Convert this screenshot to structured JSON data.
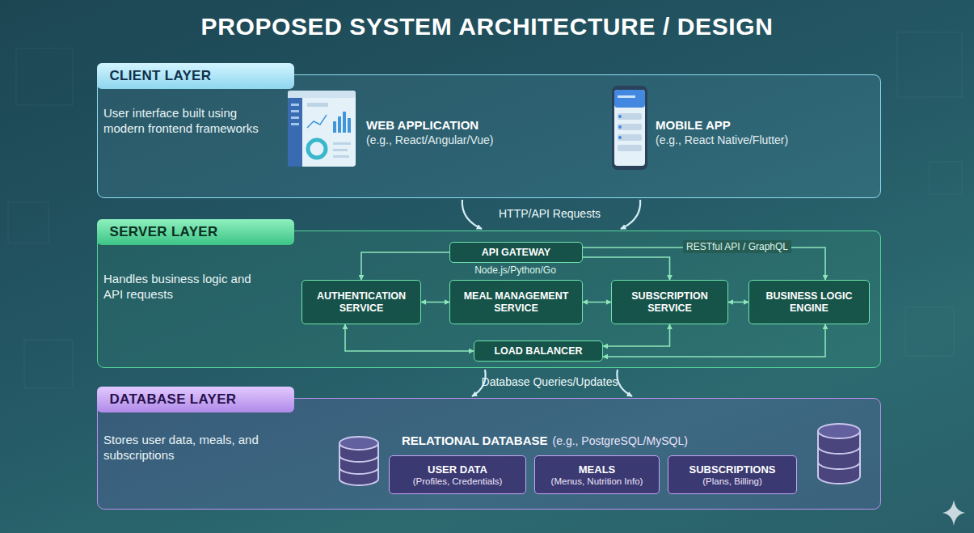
{
  "diagram": {
    "title": "PROPOSED SYSTEM ARCHITECTURE / DESIGN",
    "nodes": [
      {
        "text": [
          "CLIENT LAYER",
          "User interface built using modern frontend frameworks"
        ]
      },
      {
        "text": [
          "WEB APPLICATION",
          "(e.g., React/Angular/Vue)"
        ],
        "in": 0
      },
      {
        "text": [
          "MOBILE APP",
          "(e.g., React Native/Flutter)"
        ],
        "in": 0
      },
      {
        "text": [
          "SERVER LAYER",
          "Handles business logic and API requests"
        ]
      },
      {
        "text": [
          "API GATEWAY"
        ],
        "in": 3
      },
      {
        "text": [
          "AUTHENTICATION SERVICE"
        ],
        "in": 3
      },
      {
        "text": [
          "MEAL MANAGEMENT SERVICE"
        ],
        "in": 3
      },
      {
        "text": [
          "SUBSCRIPTION SERVICE"
        ],
        "in": 3
      },
      {
        "text": [
          "BUSINESS LOGIC ENGINE"
        ],
        "in": 3
      },
      {
        "text": [
          "LOAD BALANCER"
        ],
        "in": 3
      },
      {
        "text": [
          "DATABASE LAYER",
          "Stores user data, meals, and subscriptions"
        ]
      },
      {
        "text": [
          "USER DATA",
          "(Profiles, Credentials)"
        ],
        "in": 10
      },
      {
        "text": [
          "MEALS",
          "(Menus, Nutrition Info)"
        ],
        "in": 10
      },
      {
        "text": [
          "SUBSCRIPTIONS",
          "(Plans, Billing)"
        ],
        "in": 10
      }
    ],
    "edges": [
      {
        "from": 0,
        "to": 3,
        "label": "HTTP/API Requests",
        "arrow": "to"
      },
      {
        "from": 0,
        "to": 3,
        "arrow": "to"
      },
      {
        "from": 4,
        "to": 5,
        "arrow": "to"
      },
      {
        "from": 4,
        "to": 7,
        "arrow": "to"
      },
      {
        "from": 4,
        "to": 8,
        "label": "RESTful API / GraphQL",
        "arrow": "to"
      },
      {
        "from": 5,
        "to": 6,
        "arrow": "both"
      },
      {
        "from": 6,
        "to": 7,
        "arrow": "both"
      },
      {
        "from": 7,
        "to": 8,
        "arrow": "both"
      },
      {
        "from": 5,
        "to": 9,
        "arrow": "both"
      },
      {
        "from": 7,
        "to": 9,
        "arrow": "both"
      },
      {
        "from": 8,
        "to": 9,
        "arrow": "both"
      },
      {
        "from": 3,
        "to": 10,
        "label": "Database Queries/Updates",
        "arrow": "to"
      },
      {
        "from": 3,
        "to": 10,
        "arrow": "to"
      }
    ],
    "labels": [
      "Node.js/Python/Go",
      "RELATIONAL DATABASE",
      "(e.g., PostgreSQL/MySQL)"
    ]
  }
}
